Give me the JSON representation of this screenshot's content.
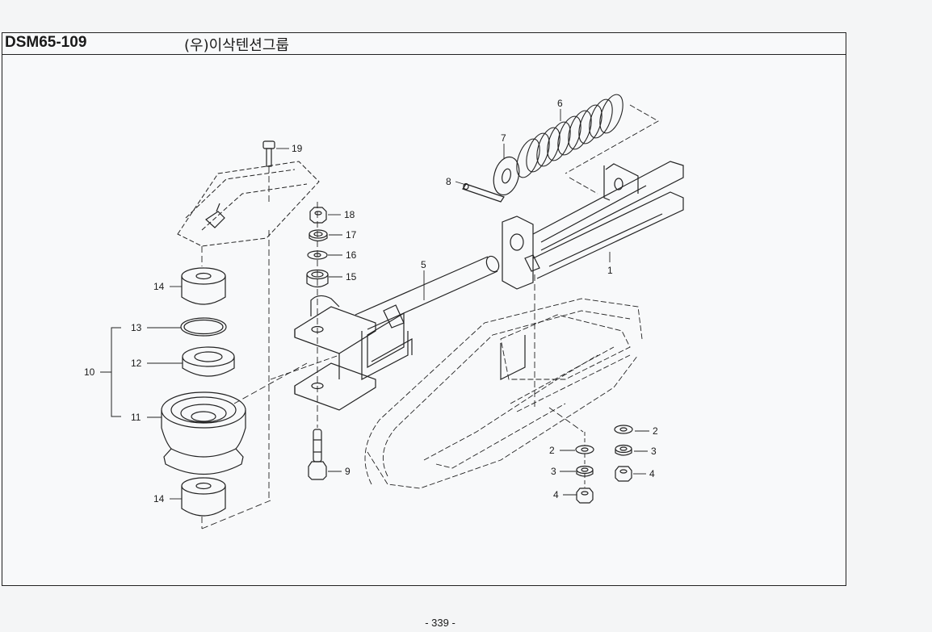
{
  "header": {
    "code": "DSM65-109",
    "title": "(우)이삭텐션그룹"
  },
  "callouts": {
    "c1": "1",
    "c2a": "2",
    "c2b": "2",
    "c3a": "3",
    "c3b": "3",
    "c4a": "4",
    "c4b": "4",
    "c5": "5",
    "c6": "6",
    "c7": "7",
    "c8": "8",
    "c9": "9",
    "c10": "10",
    "c11": "11",
    "c12": "12",
    "c13": "13",
    "c14a": "14",
    "c14b": "14",
    "c15": "15",
    "c16": "16",
    "c17": "17",
    "c18": "18",
    "c19": "19"
  },
  "footer": {
    "page_number": "- 339 -"
  }
}
